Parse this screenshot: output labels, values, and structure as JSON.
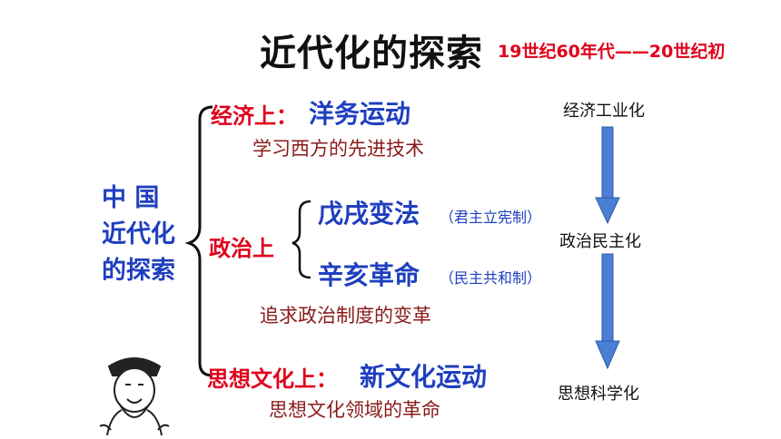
{
  "title": "近代化的探索",
  "period": "19世纪60年代——20世纪初",
  "side_label": {
    "line1": "中  国",
    "line2": "近代化",
    "line3": "的探索"
  },
  "economy": {
    "category": "经济上：",
    "movement": "洋务运动",
    "summary": "学习西方的先进技术"
  },
  "politics": {
    "category": "政治上",
    "items": [
      {
        "movement": "戊戌变法",
        "note": "（君主立宪制）"
      },
      {
        "movement": "辛亥革命",
        "note": "（民主共和制）"
      }
    ],
    "summary": "追求政治制度的变革"
  },
  "culture": {
    "category": "思想文化上：",
    "movement": "新文化运动",
    "summary": "思想文化领域的革命"
  },
  "progression": [
    "经济工业化",
    "政治民主化",
    "思想科学化"
  ]
}
